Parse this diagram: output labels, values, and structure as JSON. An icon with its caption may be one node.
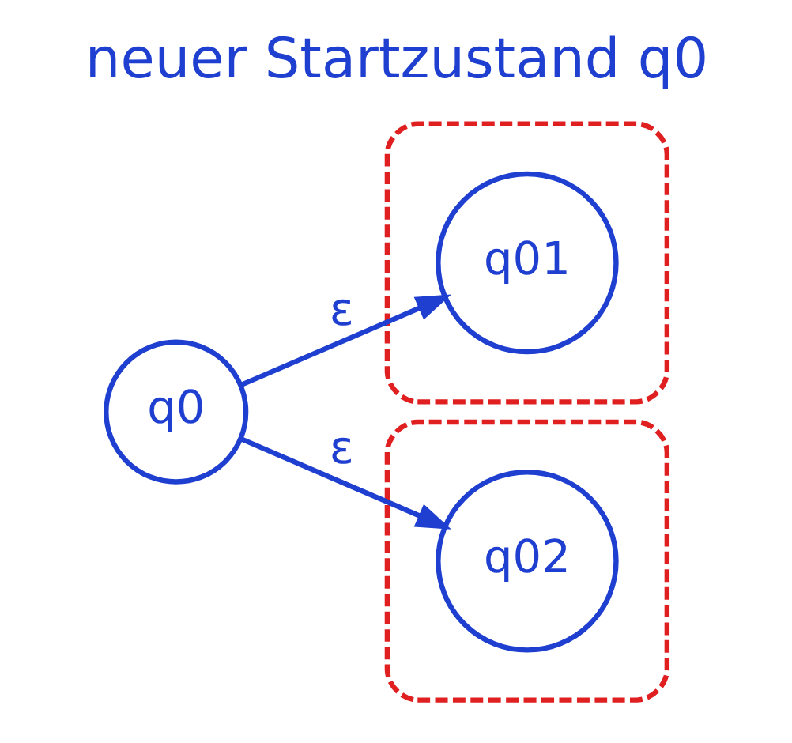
{
  "diagram": {
    "title": "neuer Startzustand q0",
    "nodes": [
      {
        "text": [
          "q0"
        ]
      },
      {
        "text": [],
        "shape": "box"
      },
      {
        "text": [
          "q01"
        ],
        "in": 1
      },
      {
        "text": [],
        "shape": "box"
      },
      {
        "text": [
          "q02"
        ],
        "in": 3
      }
    ],
    "edges": [
      {
        "from": 0,
        "to": 2,
        "arrow": "to",
        "label": "ε"
      },
      {
        "from": 0,
        "to": 4,
        "arrow": "to",
        "label": "ε"
      }
    ]
  }
}
